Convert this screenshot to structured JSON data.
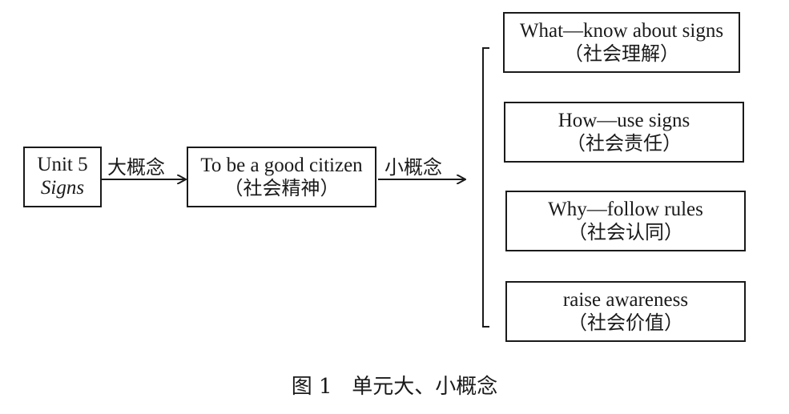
{
  "unit_box": {
    "line1": "Unit 5",
    "line2": "Signs"
  },
  "big_concept_label": "大概念",
  "main_box": {
    "en": "To be a good citizen",
    "zh": "（社会精神）"
  },
  "small_concept_label": "小概念",
  "small_concepts": [
    {
      "en": "What—know about signs",
      "zh": "（社会理解）"
    },
    {
      "en": "How—use signs",
      "zh": "（社会责任）"
    },
    {
      "en": "Why—follow rules",
      "zh": "（社会认同）"
    },
    {
      "en": "raise awareness",
      "zh": "（社会价值）"
    }
  ],
  "caption": "图 1   单元大、小概念"
}
